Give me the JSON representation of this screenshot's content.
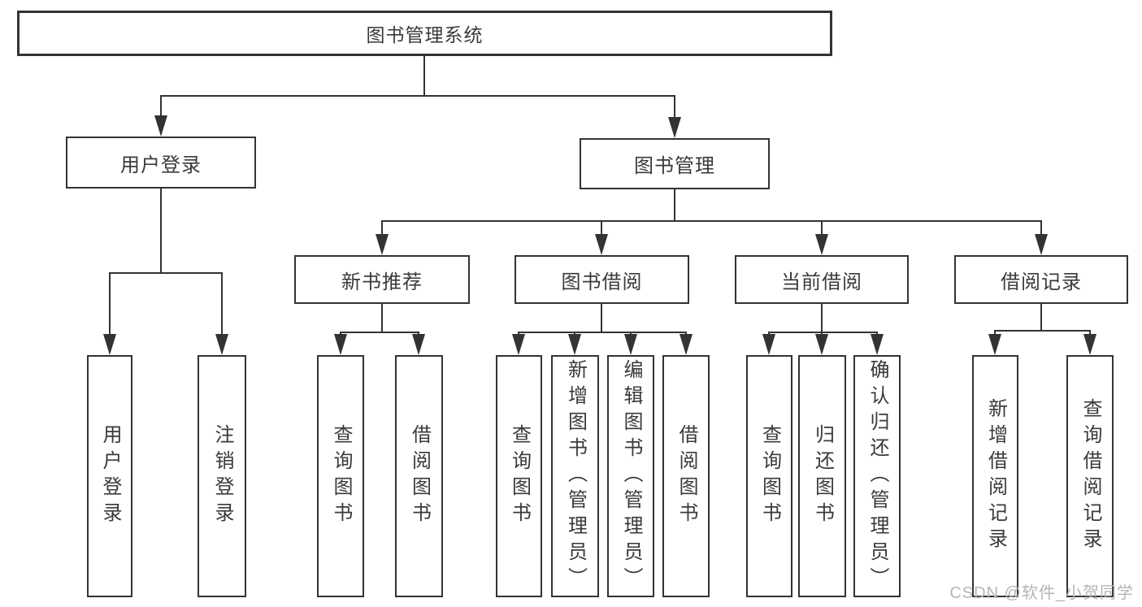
{
  "diagram": {
    "root": {
      "label": "图书管理系统",
      "children": [
        {
          "label": "用户登录",
          "children": [
            {
              "label": "用户登录"
            },
            {
              "label": "注销登录"
            }
          ]
        },
        {
          "label": "图书管理",
          "children": [
            {
              "label": "新书推荐",
              "children": [
                {
                  "label": "查询图书"
                },
                {
                  "label": "借阅图书"
                }
              ]
            },
            {
              "label": "图书借阅",
              "children": [
                {
                  "label": "查询图书"
                },
                {
                  "label": "新增图书（管理员）"
                },
                {
                  "label": "编辑图书（管理员）"
                },
                {
                  "label": "借阅图书"
                }
              ]
            },
            {
              "label": "当前借阅",
              "children": [
                {
                  "label": "查询图书"
                },
                {
                  "label": "归还图书"
                },
                {
                  "label": "确认归还（管理员）"
                }
              ]
            },
            {
              "label": "借阅记录",
              "children": [
                {
                  "label": "新增借阅记录"
                },
                {
                  "label": "查询借阅记录"
                }
              ]
            }
          ]
        }
      ]
    },
    "watermark": "CSDN @软件_小贺同学",
    "colors": {
      "line": "#333333",
      "text": "#3a3a3a",
      "background": "#ffffff",
      "watermark": "#b5b5b5"
    }
  }
}
